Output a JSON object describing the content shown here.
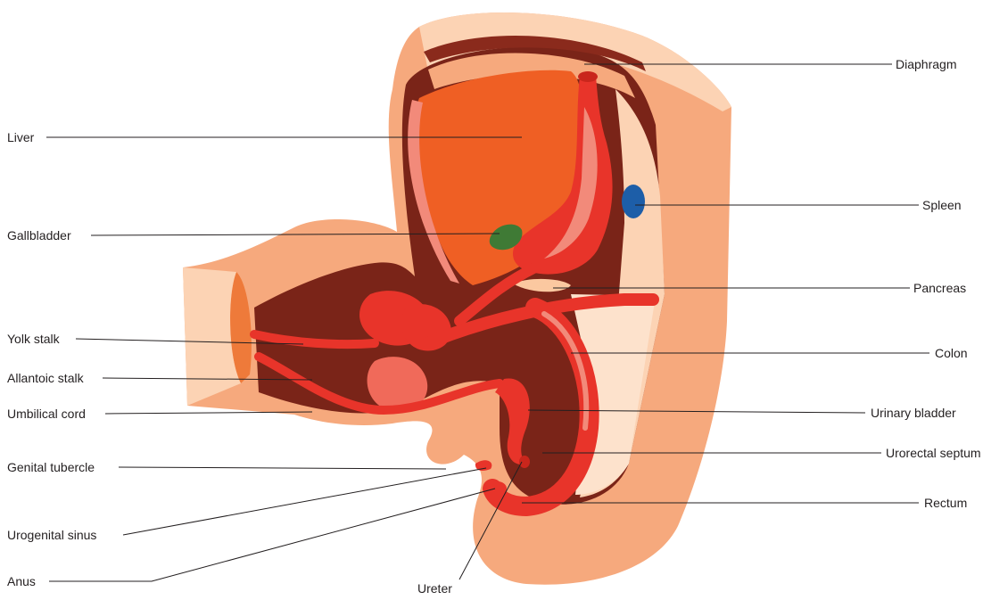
{
  "colors": {
    "skin": "#f6a97d",
    "skin_light": "#fcd3b4",
    "skin_cut": "#ee7a3a",
    "cavity_dark": "#7a2418",
    "cavity_mid": "#a8432c",
    "liver": "#ef5f24",
    "gut": "#e8342a",
    "gut_light": "#f28a7a",
    "spleen": "#1d5ea8",
    "gallbladder": "#3f7a35",
    "pancreas": "#fbc8a0",
    "line": "#231f20"
  },
  "labels": {
    "diaphragm": "Diaphragm",
    "liver": "Liver",
    "spleen": "Spleen",
    "gallbladder": "Gallbladder",
    "pancreas": "Pancreas",
    "yolk_stalk": "Yolk stalk",
    "colon": "Colon",
    "allantoic_stalk": "Allantoic stalk",
    "umbilical_cord": "Umbilical cord",
    "urinary_bladder": "Urinary bladder",
    "genital_tubercle": "Genital tubercle",
    "urorectal_septum": "Urorectal septum",
    "rectum": "Rectum",
    "urogenital_sinus": "Urogenital sinus",
    "anus": "Anus",
    "ureter": "Ureter"
  }
}
